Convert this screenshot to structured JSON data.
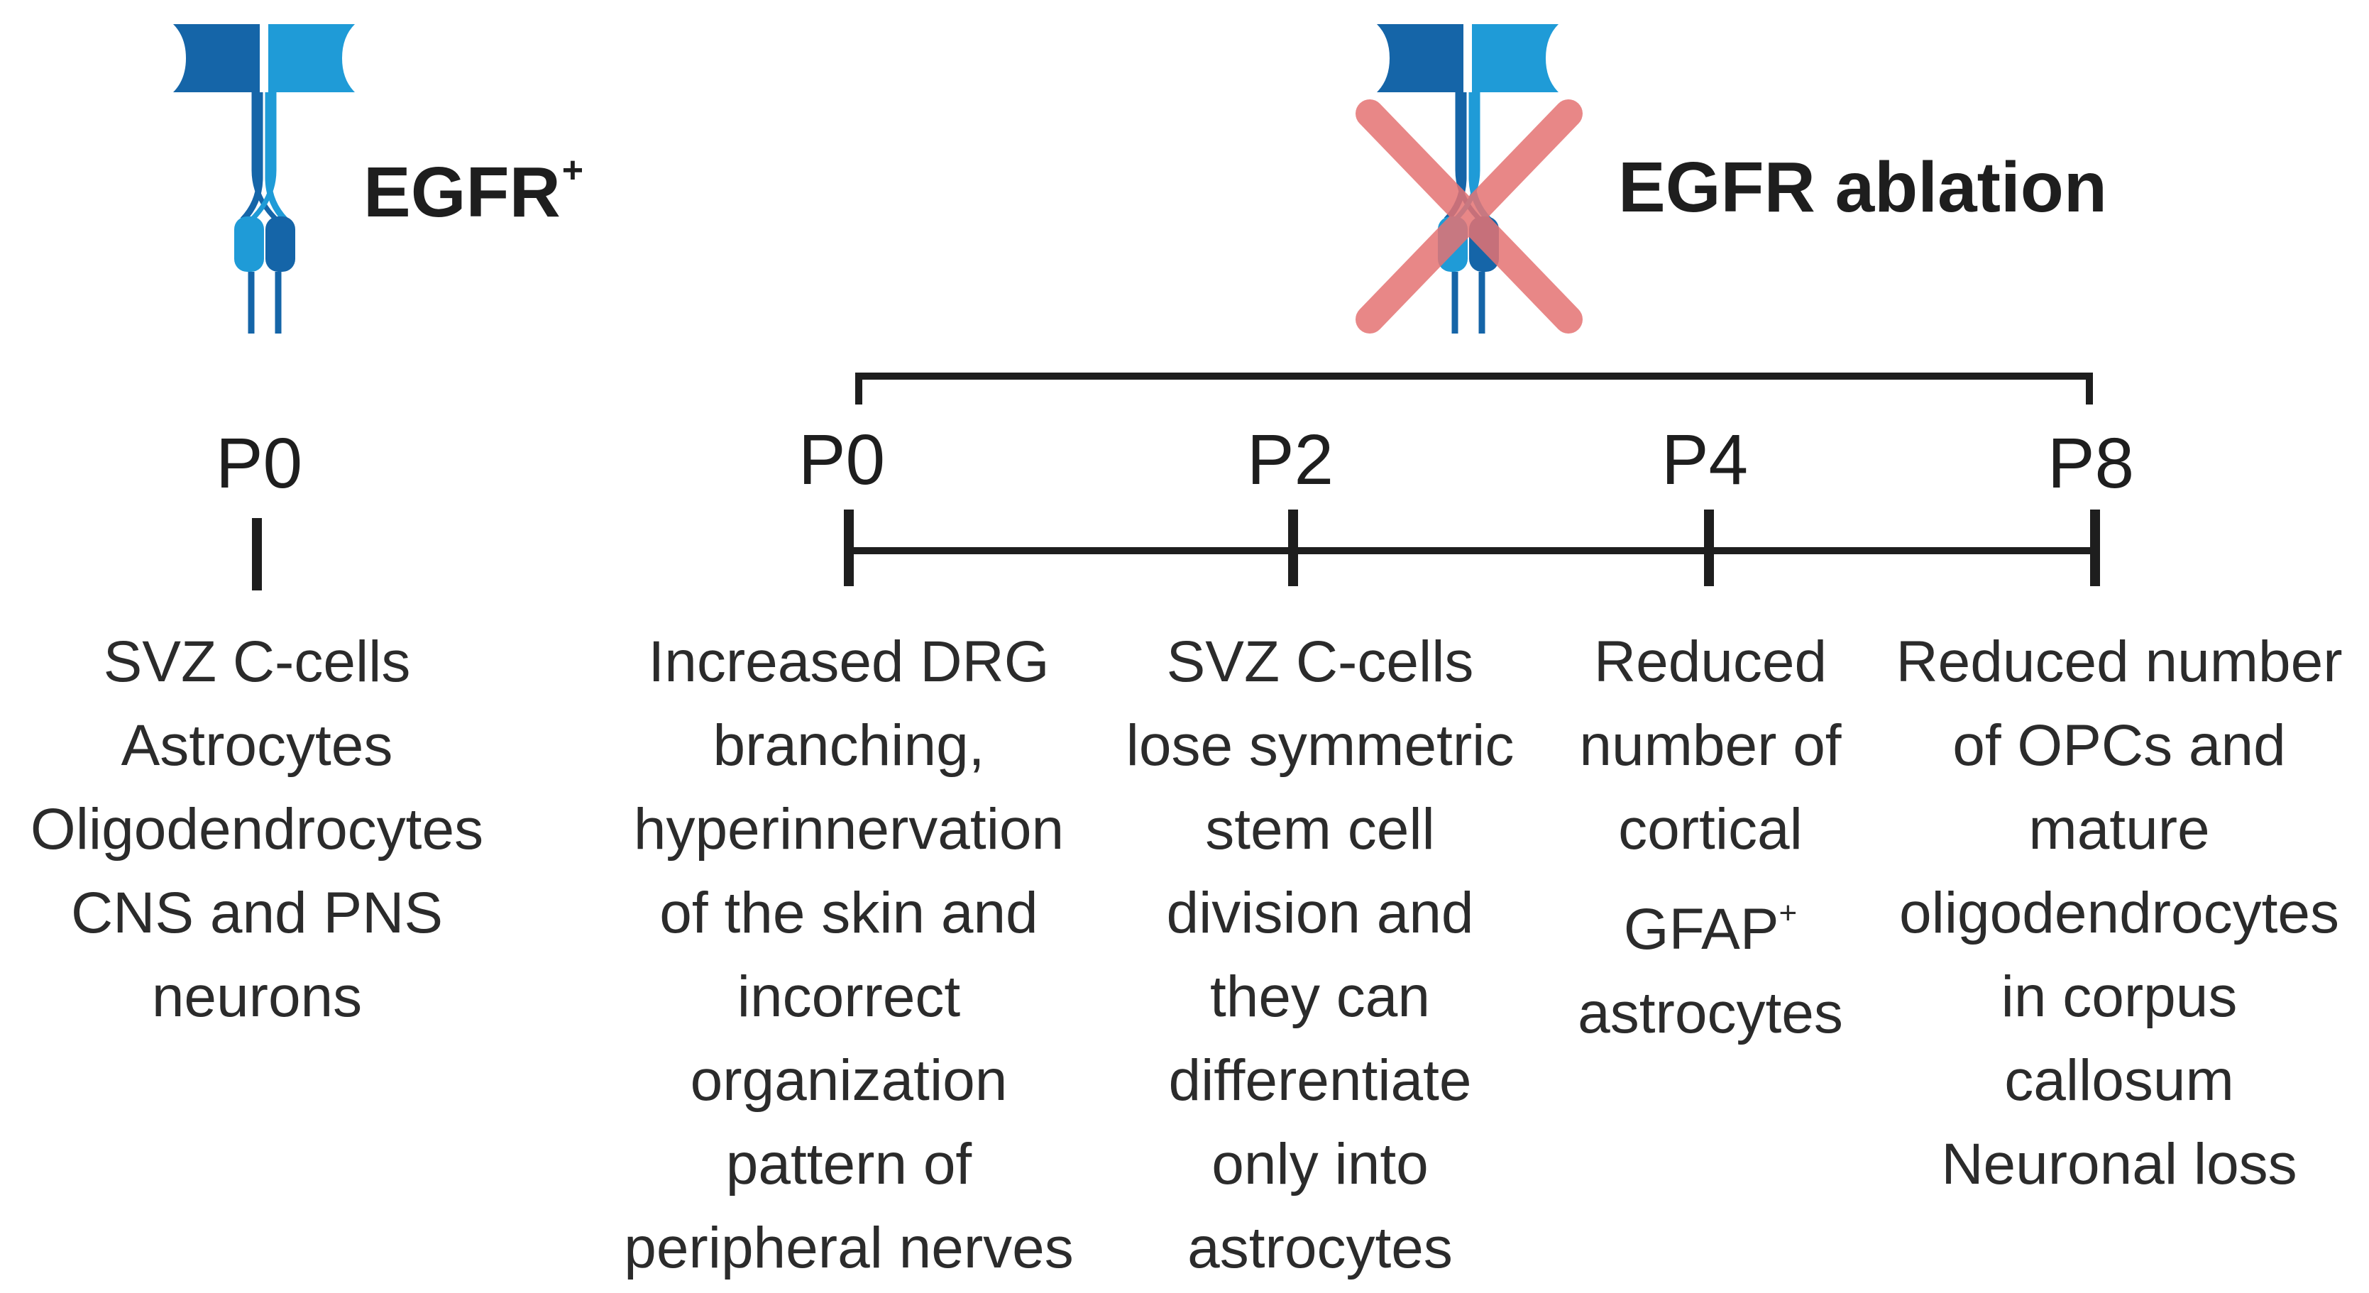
{
  "left_panel": {
    "heading": "EGFR",
    "heading_sup": "+",
    "timepoint": "P0",
    "description": [
      "SVZ C-cells",
      "Astrocytes",
      "Oligodendrocytes",
      "CNS and PNS",
      "neurons"
    ]
  },
  "right_panel": {
    "heading": "EGFR ablation",
    "timepoints": [
      "P0",
      "P2",
      "P4",
      "P8"
    ],
    "descriptions": [
      [
        "Increased DRG",
        "branching,",
        "hyperinnervation",
        "of the skin and",
        "incorrect",
        "organization",
        "pattern of",
        "peripheral nerves"
      ],
      [
        "SVZ C-cells",
        "lose symmetric",
        "stem cell",
        "division and",
        "they can",
        "differentiate",
        "only into",
        "astrocytes"
      ],
      [
        "Reduced",
        "number of",
        "cortical",
        "GFAP",
        "astrocytes"
      ],
      [
        "Reduced number",
        "of OPCs and",
        "mature",
        "oligodendrocytes",
        "in corpus",
        "callosum",
        "Neuronal loss"
      ]
    ],
    "superscripts": {
      "gfap": "+"
    }
  },
  "colors": {
    "receptor_dark": "#1565a8",
    "receptor_light": "#1f9bd7",
    "ablation_cross": "#e57373",
    "line": "#1e1e1e"
  },
  "icons": [
    "egfr-receptor-icon",
    "egfr-ablated-receptor-icon",
    "cross-mark-icon"
  ]
}
